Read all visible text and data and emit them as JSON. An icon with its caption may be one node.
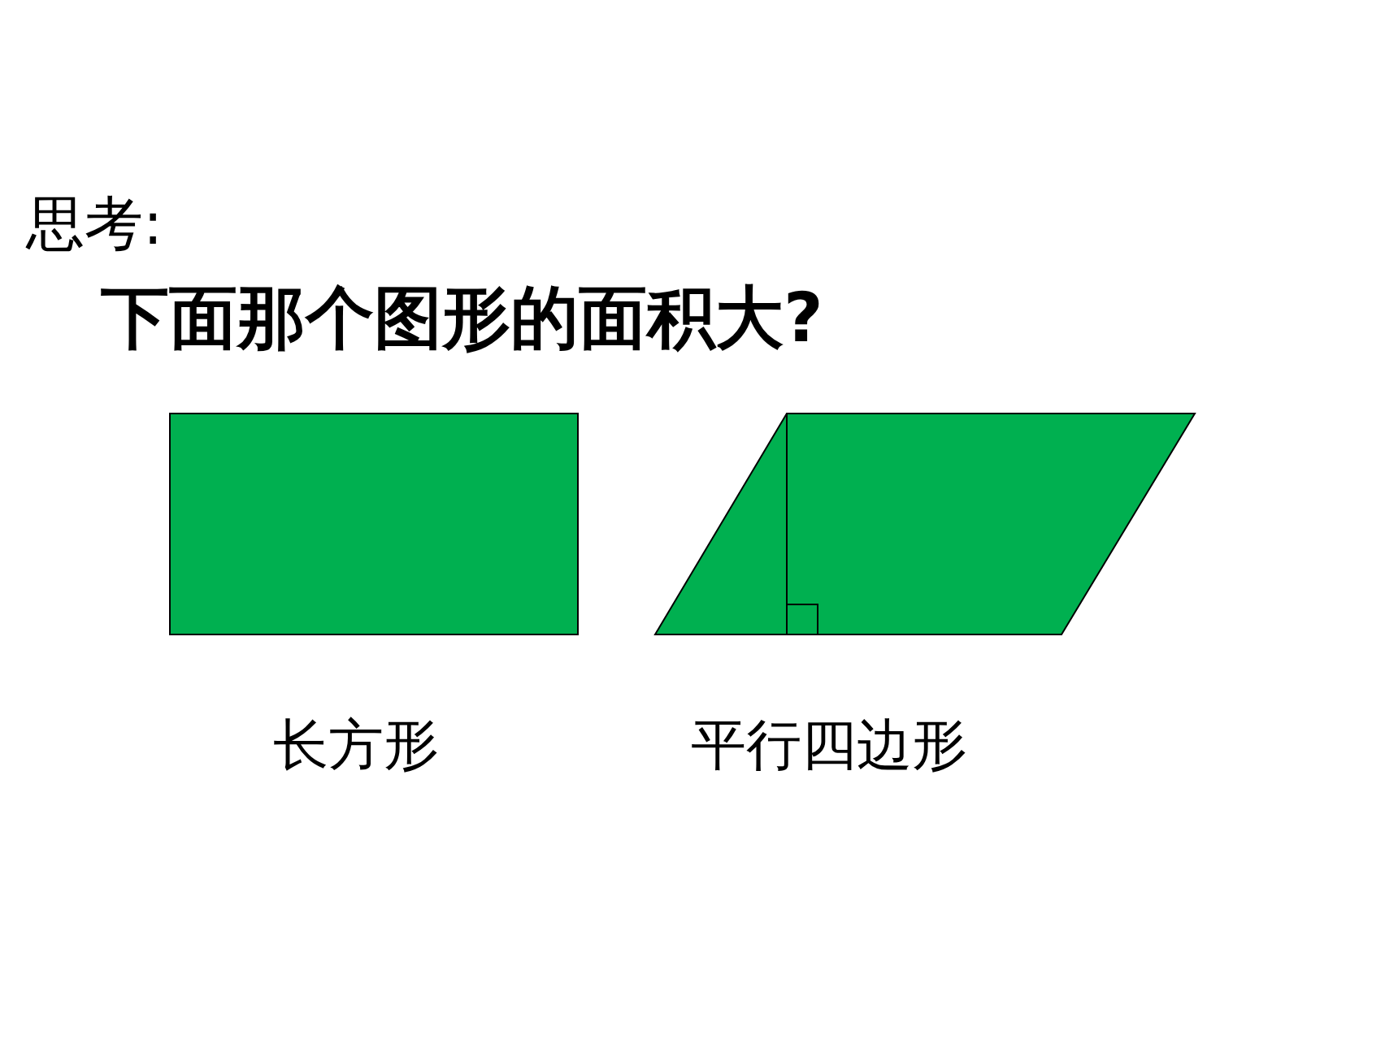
{
  "diagram": {
    "title": "下面那个图形的面积大?",
    "nodes": [
      {
        "text": [],
        "shape": "box",
        "beside": [
          "长方形"
        ]
      },
      {
        "text": [],
        "shape": "parallelogram",
        "beside": [
          "平行四边形"
        ]
      }
    ],
    "labels": [
      "思考:"
    ]
  }
}
